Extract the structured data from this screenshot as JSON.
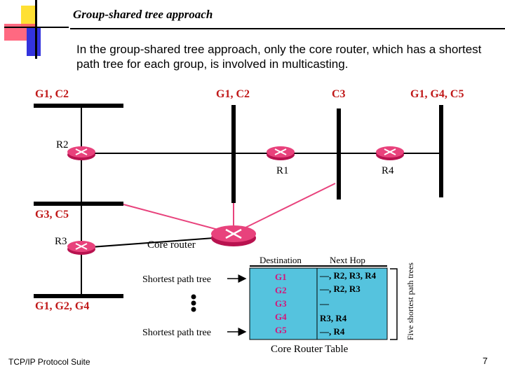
{
  "slide": {
    "title": "Group-shared tree approach",
    "body": "In the group-shared tree approach, only the core router, which has a shortest path tree for each group, is involved in multicasting.",
    "footer": "TCP/IP Protocol Suite",
    "page_number": "7"
  },
  "diagram": {
    "networks": {
      "top_left": "G1, C2",
      "top_mid": "G1, C2",
      "top_c3": "C3",
      "top_right": "G1, G4, C5",
      "mid_left": "G3, C5",
      "bottom_left": "G1, G2, G4"
    },
    "routers": {
      "r2": "R2",
      "r1": "R1",
      "r4": "R4",
      "r3": "R3",
      "core": "Core router"
    },
    "shortest_path_label": "Shortest path tree",
    "table": {
      "header_destination": "Destination",
      "header_next_hop": "Next Hop",
      "rows": [
        {
          "destination": "G1",
          "next_hop": "—, R2, R3, R4"
        },
        {
          "destination": "G2",
          "next_hop": "—, R2, R3"
        },
        {
          "destination": "G3",
          "next_hop": "—"
        },
        {
          "destination": "G4",
          "next_hop": "R3, R4"
        },
        {
          "destination": "G5",
          "next_hop": "—, R4"
        }
      ],
      "caption": "Core Router Table",
      "brace_label": "Five shortest path trees"
    },
    "colors": {
      "router": "#e8427c",
      "link": "#e8427c",
      "table_fill": "#55c3de",
      "dest_text": "#d4157a"
    }
  }
}
